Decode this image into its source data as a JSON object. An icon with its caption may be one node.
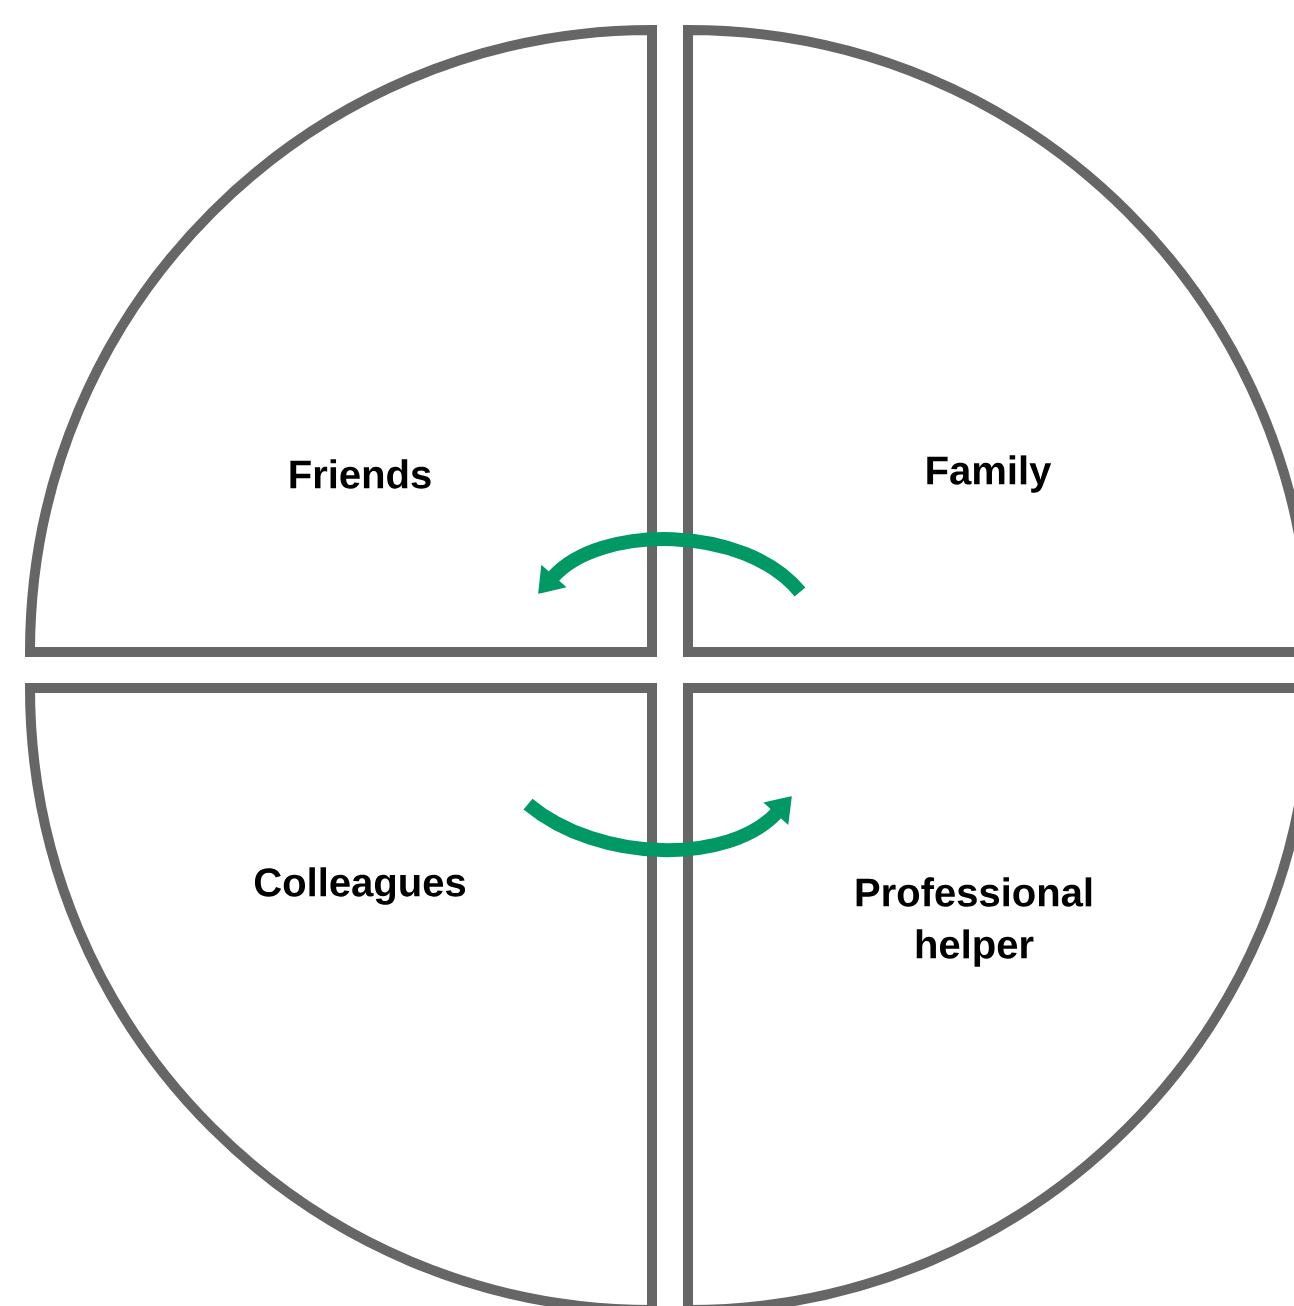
{
  "diagram": {
    "nodes": [
      {
        "text": [
          "Friends"
        ]
      },
      {
        "text": [
          "Family"
        ]
      },
      {
        "text": [
          "Colleagues"
        ]
      },
      {
        "text": [
          "Professional helper"
        ]
      }
    ],
    "edges": [
      {
        "from": 1,
        "to": 0,
        "arrow": "to",
        "color": "#009966"
      },
      {
        "from": 2,
        "to": 3,
        "arrow": "to",
        "color": "#009966"
      }
    ]
  }
}
